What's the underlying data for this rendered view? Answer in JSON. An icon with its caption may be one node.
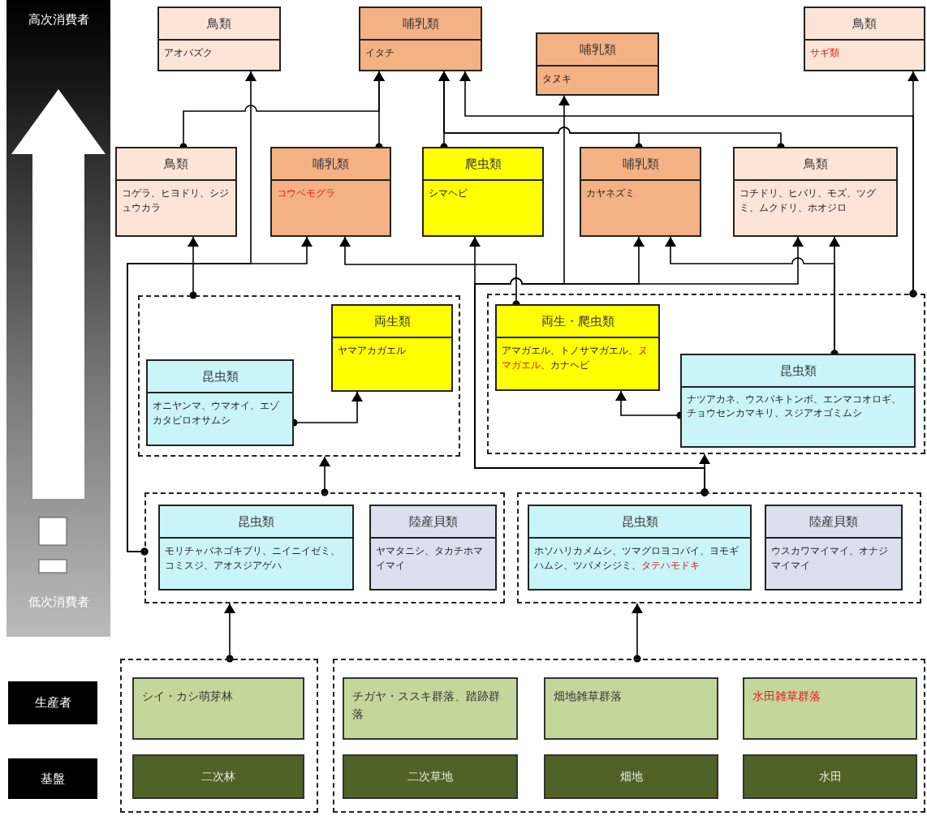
{
  "diagram": {
    "nodes": [
      {
        "text": [
          "高次消費者",
          "低次消費者"
        ]
      },
      {
        "text": [
          "鳥類",
          "アオバズク"
        ]
      },
      {
        "text": [
          "哺乳類",
          "イタチ"
        ]
      },
      {
        "text": [
          "哺乳類",
          "タヌキ"
        ]
      },
      {
        "text": [
          "鳥類",
          "サギ類"
        ]
      },
      {
        "text": [
          "鳥類",
          "コゲラ、ヒヨドリ、シジュウカラ"
        ]
      },
      {
        "text": [
          "哺乳類",
          "コウベモグラ"
        ]
      },
      {
        "text": [
          "爬虫類",
          "シマヘビ"
        ]
      },
      {
        "text": [
          "哺乳類",
          "カヤネズミ"
        ]
      },
      {
        "text": [
          "鳥類",
          "コチドリ、ヒバリ、モズ、ツグミ、ムクドリ、ホオジロ"
        ]
      },
      {
        "text": [],
        "shape": "box"
      },
      {
        "text": [
          "昆虫類",
          "オニヤンマ、ウマオイ、エゾカタビロオサムシ"
        ],
        "in": 10
      },
      {
        "text": [
          "両生類",
          "ヤマアカガエル"
        ],
        "in": 10
      },
      {
        "text": [],
        "shape": "box"
      },
      {
        "text": [
          "両生・爬虫類",
          "アマガエル、トノサマガエル、**ヌマガエル**、カナヘビ"
        ],
        "in": 13
      },
      {
        "text": [
          "昆虫類",
          "ナツアカネ、ウスバキトンボ、エンマコオロギ、チョウセンカマキリ、スジアオゴミムシ"
        ],
        "in": 13
      },
      {
        "text": [],
        "shape": "box"
      },
      {
        "text": [
          "昆虫類",
          "モリチャバネゴキブリ、ニイニイゼミ、コミスジ、アオスジアゲハ"
        ],
        "in": 16
      },
      {
        "text": [
          "陸産貝類",
          "ヤマタニシ、タカチホマイマイ"
        ],
        "in": 16
      },
      {
        "text": [],
        "shape": "box"
      },
      {
        "text": [
          "昆虫類",
          "ホソハリカメムシ、ツマグロヨコバイ、ヨモギハムシ、ツバメシジミ、**タテハモドキ**"
        ],
        "in": 19
      },
      {
        "text": [
          "陸産貝類",
          "ウスカワマイマイ、オナジマイマイ"
        ],
        "in": 19
      },
      {
        "text": [],
        "shape": "box"
      },
      {
        "text": [
          "シイ・カシ萌芽林"
        ],
        "in": 22
      },
      {
        "text": [
          "二次林"
        ],
        "in": 22
      },
      {
        "text": [],
        "shape": "box"
      },
      {
        "text": [
          "チガヤ・ススキ群落、踏跡群落"
        ],
        "in": 25
      },
      {
        "text": [
          "畑地雑草群落"
        ],
        "in": 25
      },
      {
        "text": [
          "水田雑草群落"
        ],
        "in": 25
      },
      {
        "text": [
          "二次草地"
        ],
        "in": 25
      },
      {
        "text": [
          "畑地"
        ],
        "in": 25
      },
      {
        "text": [
          "水田"
        ],
        "in": 25
      },
      {
        "text": [
          "生産者"
        ]
      },
      {
        "text": [
          "基盤"
        ]
      }
    ],
    "edges": [
      {
        "from": 16,
        "to": 1,
        "arrow": "to"
      },
      {
        "from": 16,
        "to": 6,
        "arrow": "to"
      },
      {
        "from": 10,
        "to": 5,
        "arrow": "to"
      },
      {
        "from": 5,
        "to": 2,
        "arrow": "to"
      },
      {
        "from": 6,
        "to": 2,
        "arrow": "to"
      },
      {
        "from": 7,
        "to": 2,
        "arrow": "to"
      },
      {
        "from": 8,
        "to": 2,
        "arrow": "to"
      },
      {
        "from": 9,
        "to": 2,
        "arrow": "to"
      },
      {
        "from": 13,
        "to": 2,
        "arrow": "to"
      },
      {
        "from": 13,
        "to": 4,
        "arrow": "to"
      },
      {
        "from": 14,
        "to": 6,
        "arrow": "to"
      },
      {
        "from": 19,
        "to": 7,
        "arrow": "to"
      },
      {
        "from": 19,
        "to": 3,
        "arrow": "to"
      },
      {
        "from": 19,
        "to": 8,
        "arrow": "to"
      },
      {
        "from": 19,
        "to": 9,
        "arrow": "to"
      },
      {
        "from": 19,
        "to": 13,
        "arrow": "to"
      },
      {
        "from": 15,
        "to": 9,
        "arrow": "to"
      },
      {
        "from": 15,
        "to": 8,
        "arrow": "to"
      },
      {
        "from": 15,
        "to": 14,
        "arrow": "to"
      },
      {
        "from": 11,
        "to": 12,
        "arrow": "to"
      },
      {
        "from": 16,
        "to": 10,
        "arrow": "to"
      },
      {
        "from": 22,
        "to": 16,
        "arrow": "to"
      },
      {
        "from": 25,
        "to": 19,
        "arrow": "to"
      }
    ]
  }
}
